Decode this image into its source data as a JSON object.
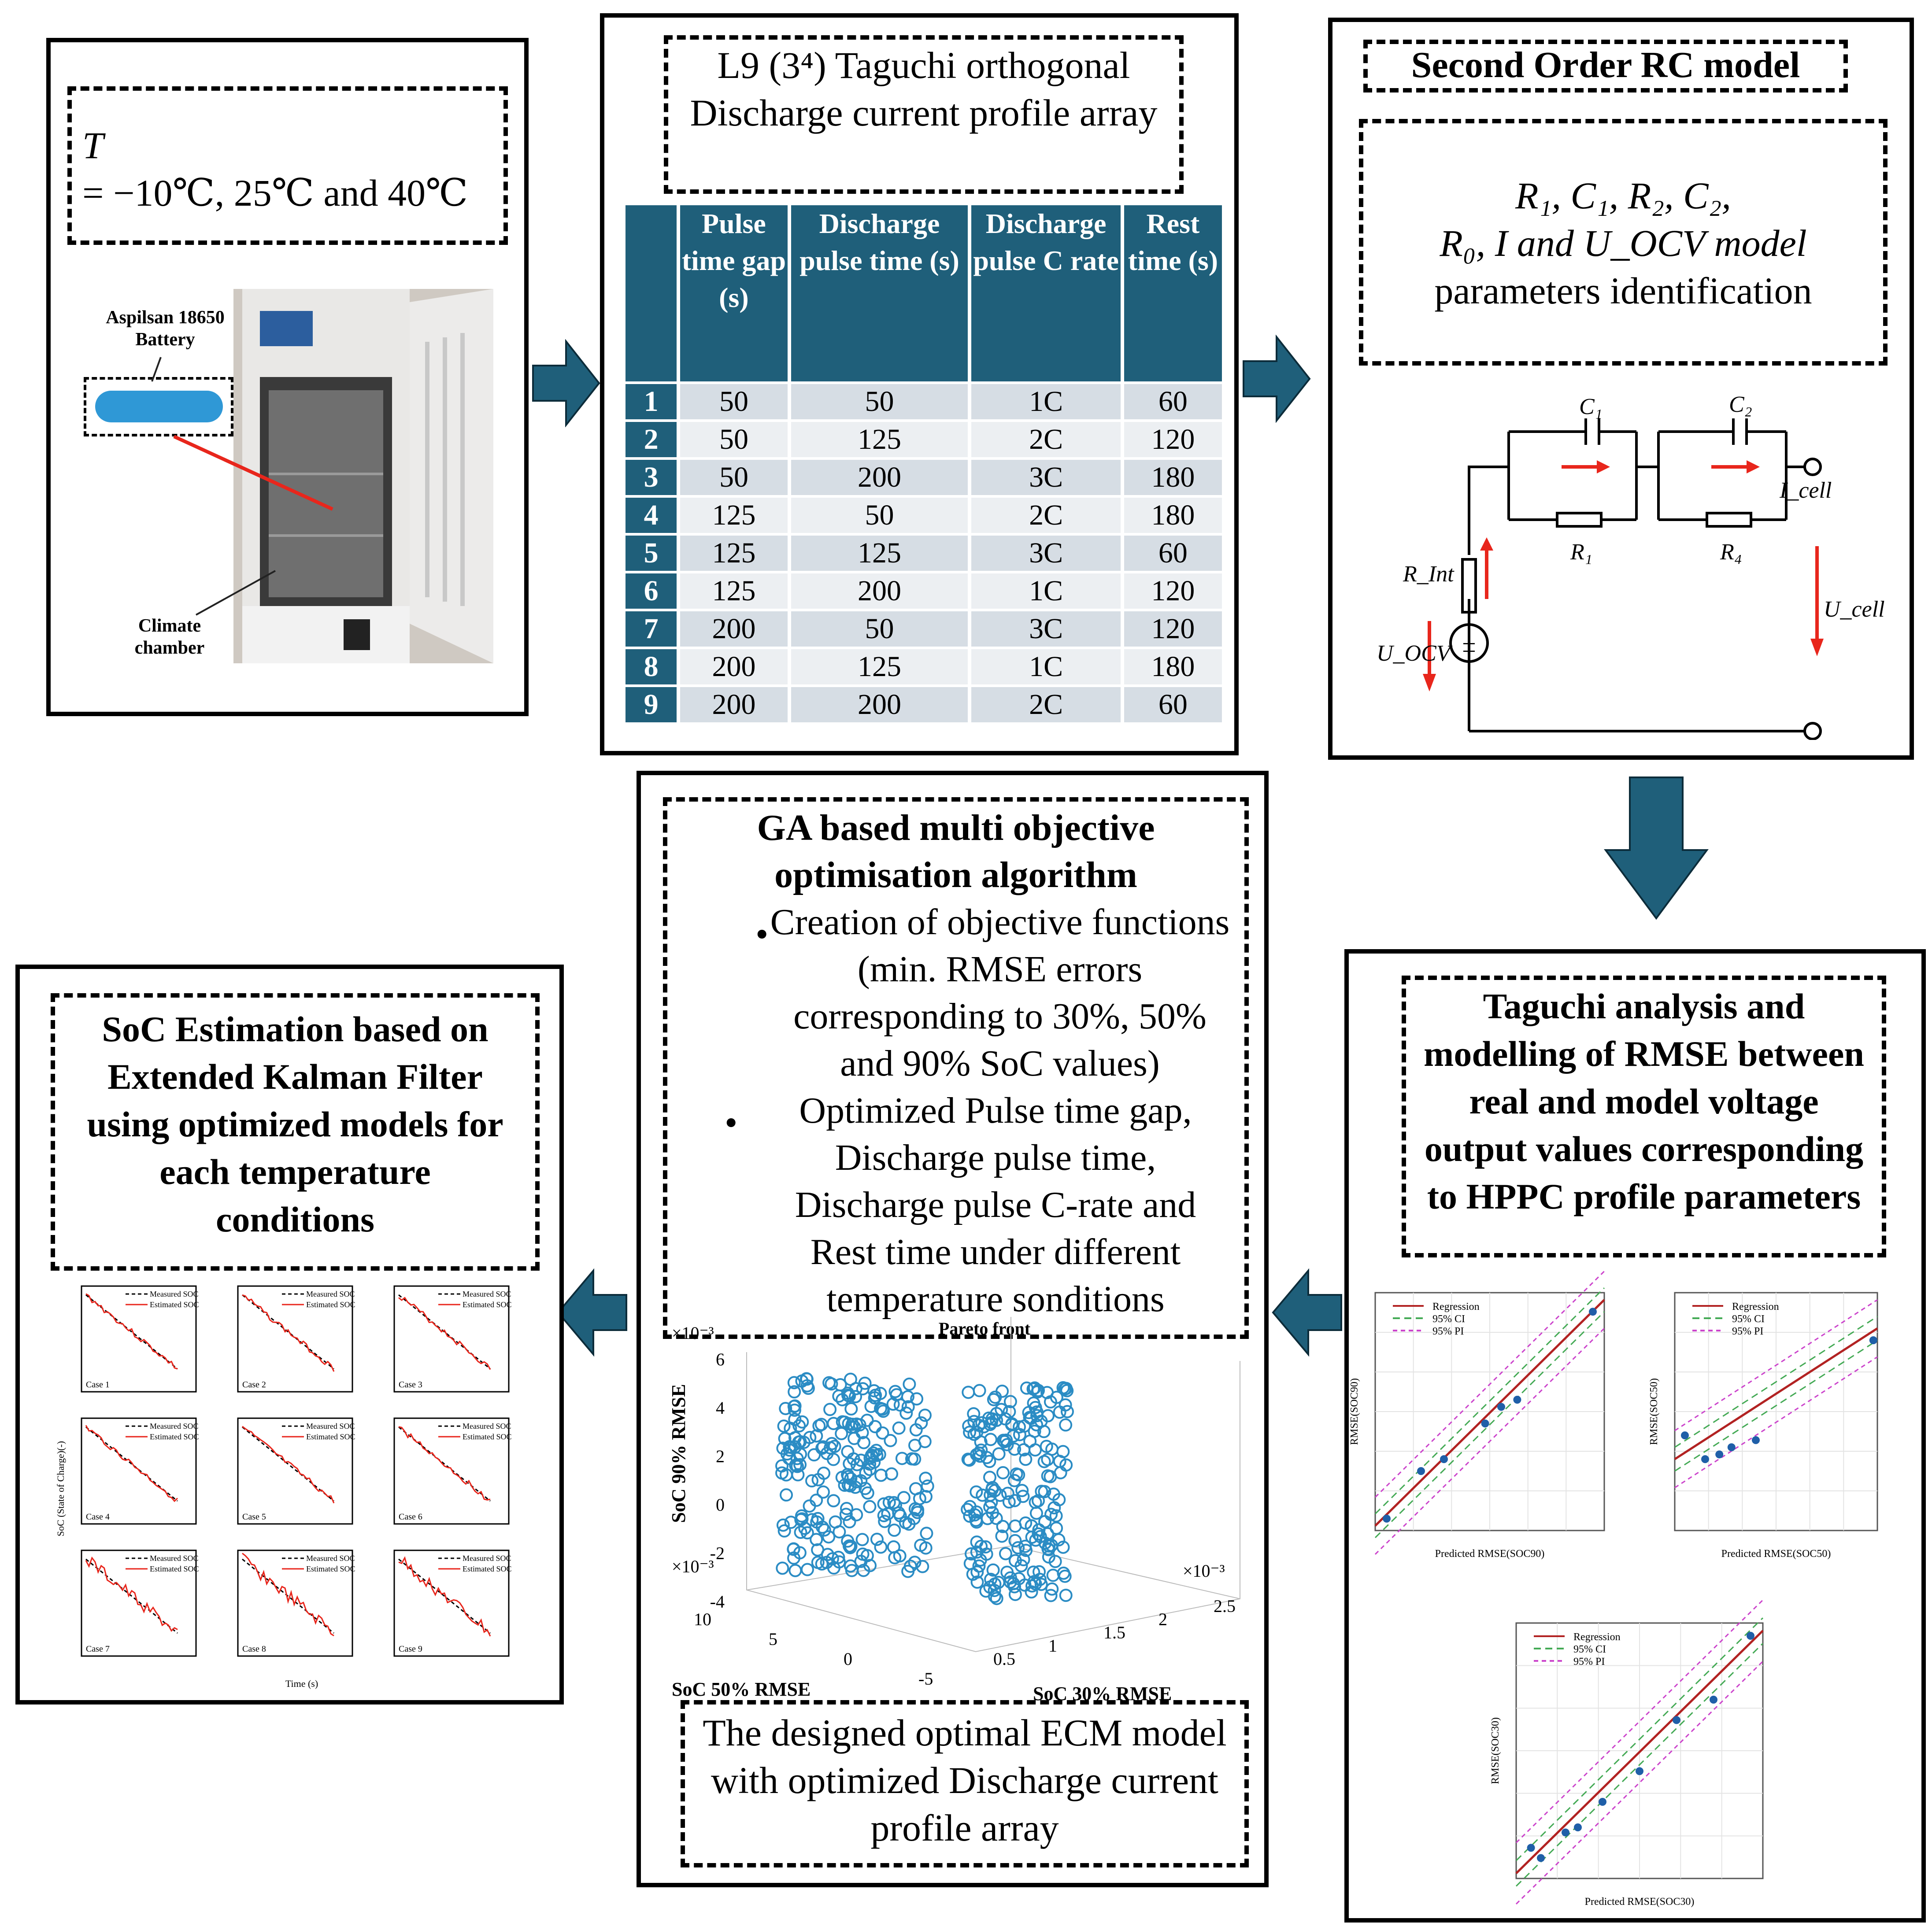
{
  "temp_panel": {
    "eq_line1": "T",
    "eq_line2": "= −10℃, 25℃ and 40℃",
    "battery_label": "Aspilsan 18650 Battery",
    "chamber_label": "Climate chamber"
  },
  "taguchi": {
    "title": "L9 (3⁴) Taguchi orthogonal Discharge current profile array",
    "headers": [
      "Pulse time gap (s)",
      "Discharge pulse time (s)",
      "Discharge pulse C rate",
      "Rest time (s)"
    ],
    "rows": [
      {
        "n": "1",
        "a": "50",
        "b": "50",
        "c": "1C",
        "d": "60"
      },
      {
        "n": "2",
        "a": "50",
        "b": "125",
        "c": "2C",
        "d": "120"
      },
      {
        "n": "3",
        "a": "50",
        "b": "200",
        "c": "3C",
        "d": "180"
      },
      {
        "n": "4",
        "a": "125",
        "b": "50",
        "c": "2C",
        "d": "180"
      },
      {
        "n": "5",
        "a": "125",
        "b": "125",
        "c": "3C",
        "d": "60"
      },
      {
        "n": "6",
        "a": "125",
        "b": "200",
        "c": "1C",
        "d": "120"
      },
      {
        "n": "7",
        "a": "200",
        "b": "50",
        "c": "3C",
        "d": "120"
      },
      {
        "n": "8",
        "a": "200",
        "b": "125",
        "c": "1C",
        "d": "180"
      },
      {
        "n": "9",
        "a": "200",
        "b": "200",
        "c": "2C",
        "d": "60"
      }
    ]
  },
  "rc_panel": {
    "title": "Second Order RC model",
    "params_line1": "R₁, C₁, R₂, C₂,",
    "params_line2": "R₀, I and U_OCV model",
    "params_line3": "parameters identification",
    "labels": {
      "c1": "C₁",
      "c2": "C₂",
      "r1": "R₁",
      "r4": "R₄",
      "rint": "R_Int",
      "uocv": "U_OCV",
      "icell": "I_cell",
      "ucell": "U_cell"
    }
  },
  "taguchi_analysis": {
    "title": "Taguchi analysis and modelling of RMSE between real and model voltage output values corresponding to HPPC profile parameters",
    "legend": [
      "Regression",
      "95% CI",
      "95% PI"
    ],
    "plot1": {
      "xlabel": "Predicted RMSE(SOC90)",
      "ylabel": "RMSE(SOC90)"
    },
    "plot2": {
      "xlabel": "Predicted RMSE(SOC50)",
      "ylabel": "RMSE(SOC50)"
    },
    "plot3": {
      "xlabel": "Predicted RMSE(SOC30)",
      "ylabel": "RMSE(SOC30)"
    }
  },
  "ga_panel": {
    "title": "GA based multi objective optimisation algorithm",
    "bullet1": "Creation of objective functions (min. RMSE errors corresponding to 30%, 50% and 90% SoC values)",
    "bullet2": "Optimized Pulse time gap, Discharge pulse time, Discharge pulse C-rate and Rest time under different temperature sonditions",
    "pareto": {
      "title": "Pareto front",
      "zlabel": "SoC 90% RMSE",
      "xlabel": "SoC 50% RMSE",
      "ylabel": "SoC 30% RMSE",
      "exp": "×10⁻³",
      "z_ticks": [
        "6",
        "4",
        "2",
        "0",
        "-2",
        "-4"
      ],
      "x_ticks": [
        "10",
        "5",
        "0",
        "-5"
      ],
      "y_ticks": [
        "0.5",
        "1",
        "1.5",
        "2",
        "2.5"
      ]
    },
    "result": "The designed optimal ECM model with optimized Discharge current profile array"
  },
  "soc_panel": {
    "title": "SoC Estimation based on Extended Kalman Filter using optimized models for each temperature conditions",
    "ylabel": "SoC (State of Charge)(-)",
    "xlabel": "Time (s)",
    "cases": [
      "Case 1",
      "Case 2",
      "Case 3",
      "Case 4",
      "Case 5",
      "Case 6",
      "Case 7",
      "Case 8",
      "Case 9"
    ],
    "legend_measured": "Measured SOC",
    "legend_estimated": "Estimated SOC"
  },
  "colors": {
    "arrow": "#1f5f7a",
    "header": "#1f5f7a",
    "marker": "#2b8cc4",
    "red": "#e8261c"
  }
}
